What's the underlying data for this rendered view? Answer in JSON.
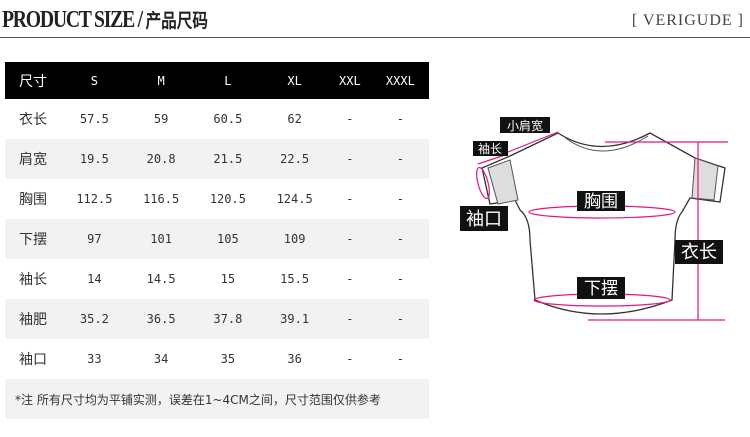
{
  "header": {
    "title_en": "PRODUCT SIZE / ",
    "title_cn": "产品尺码",
    "brand": "[ VERIGUDE ]"
  },
  "table": {
    "columns": [
      "尺寸",
      "S",
      "M",
      "L",
      "XL",
      "XXL",
      "XXXL"
    ],
    "rows": [
      {
        "label": "衣长",
        "values": [
          "57.5",
          "59",
          "60.5",
          "62",
          "-",
          "-"
        ]
      },
      {
        "label": "肩宽",
        "values": [
          "19.5",
          "20.8",
          "21.5",
          "22.5",
          "-",
          "-"
        ]
      },
      {
        "label": "胸围",
        "values": [
          "112.5",
          "116.5",
          "120.5",
          "124.5",
          "-",
          "-"
        ]
      },
      {
        "label": "下摆",
        "values": [
          "97",
          "101",
          "105",
          "109",
          "-",
          "-"
        ]
      },
      {
        "label": "袖长",
        "values": [
          "14",
          "14.5",
          "15",
          "15.5",
          "-",
          "-"
        ]
      },
      {
        "label": "袖肥",
        "values": [
          "35.2",
          "36.5",
          "37.8",
          "39.1",
          "-",
          "-"
        ]
      },
      {
        "label": "袖口",
        "values": [
          "33",
          "34",
          "35",
          "36",
          "-",
          "-"
        ]
      }
    ],
    "note": "*注  所有尺寸均为平铺实测，误差在1~4CM之间，尺寸范围仅供参考"
  },
  "diagram": {
    "labels": {
      "shoulder": "小肩宽",
      "sleeve_length": "袖长",
      "cuff": "袖口",
      "chest": "胸围",
      "length": "衣长",
      "hem": "下摆"
    },
    "accent": "#e5177e"
  }
}
